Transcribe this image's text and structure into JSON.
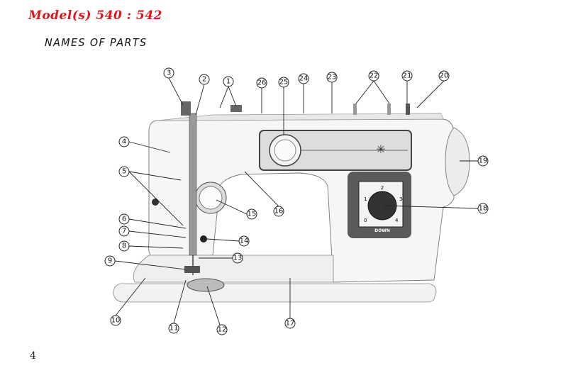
{
  "header": {
    "model": "Model(s) 540 : 542",
    "title": "NAMES OF PARTS"
  },
  "page_number": "4",
  "dial_labels": {
    "down": "DOWN",
    "n0": "0",
    "n1": "1",
    "n2": "2",
    "n3": "3",
    "n4": "4"
  },
  "callouts": [
    "1",
    "2",
    "3",
    "4",
    "5",
    "6",
    "7",
    "8",
    "9",
    "10",
    "11",
    "12",
    "13",
    "14",
    "15",
    "16",
    "17",
    "18",
    "19",
    "20",
    "21",
    "22",
    "23",
    "24",
    "25",
    "26"
  ],
  "colors": {
    "model": "#e0141b",
    "body": "#f4f4f2",
    "panel": "#5a5a5a"
  }
}
